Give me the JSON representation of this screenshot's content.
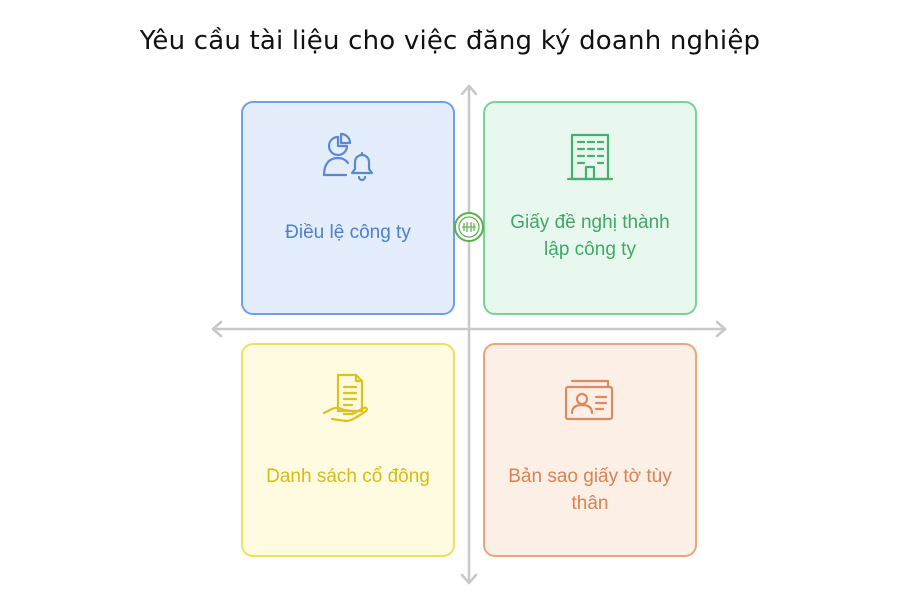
{
  "title": "Yêu cầu tài liệu cho việc đăng ký doanh nghiệp",
  "quadrants": [
    {
      "label": "Điều lệ công ty",
      "icon": "people-chart-bell-icon",
      "color": "#4f7fcf"
    },
    {
      "label": "Giấy đề nghị thành lập công ty",
      "icon": "office-building-icon",
      "color": "#3fa866"
    },
    {
      "label": "Danh sách cổ đông",
      "icon": "hand-document-icon",
      "color": "#d6bd16"
    },
    {
      "label": "Bản sao giấy tờ tùy thân",
      "icon": "id-card-icon",
      "color": "#d98253"
    }
  ]
}
